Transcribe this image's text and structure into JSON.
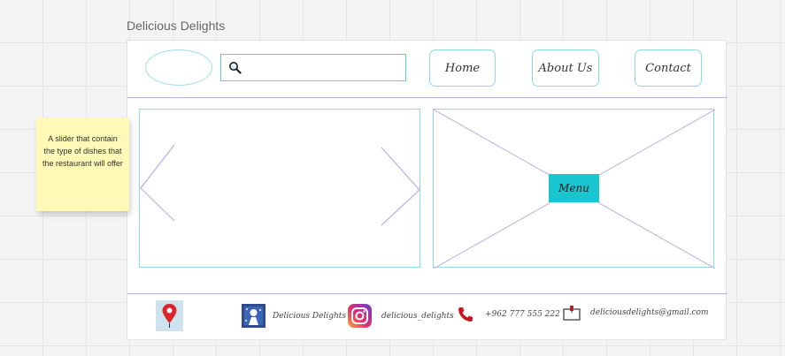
{
  "frame": {
    "title": "Delicious Delights"
  },
  "header": {
    "search": {
      "placeholder": "",
      "value": ""
    },
    "nav": {
      "home": "Home",
      "about": "About Us",
      "contact": "Contact"
    }
  },
  "content": {
    "menu_label": "Menu"
  },
  "footer": {
    "brand": "Delicious Delights",
    "instagram": "delicious_delights",
    "phone": "+962 777 555 222 1",
    "email": "deliciousdelights@gmail.com"
  },
  "sticky_note": {
    "text": "A slider that contain the type of dishes that the restaurant will offer"
  },
  "colors": {
    "accent_cyan": "#19c6d0",
    "outline_cyan": "#8fdbe4",
    "divider_lavender": "#b7b0de",
    "sticky_yellow": "#fef9b7"
  },
  "icons": [
    "search-icon",
    "location-pin-icon",
    "brand-logo-icon",
    "instagram-icon",
    "phone-icon",
    "mail-icon"
  ]
}
